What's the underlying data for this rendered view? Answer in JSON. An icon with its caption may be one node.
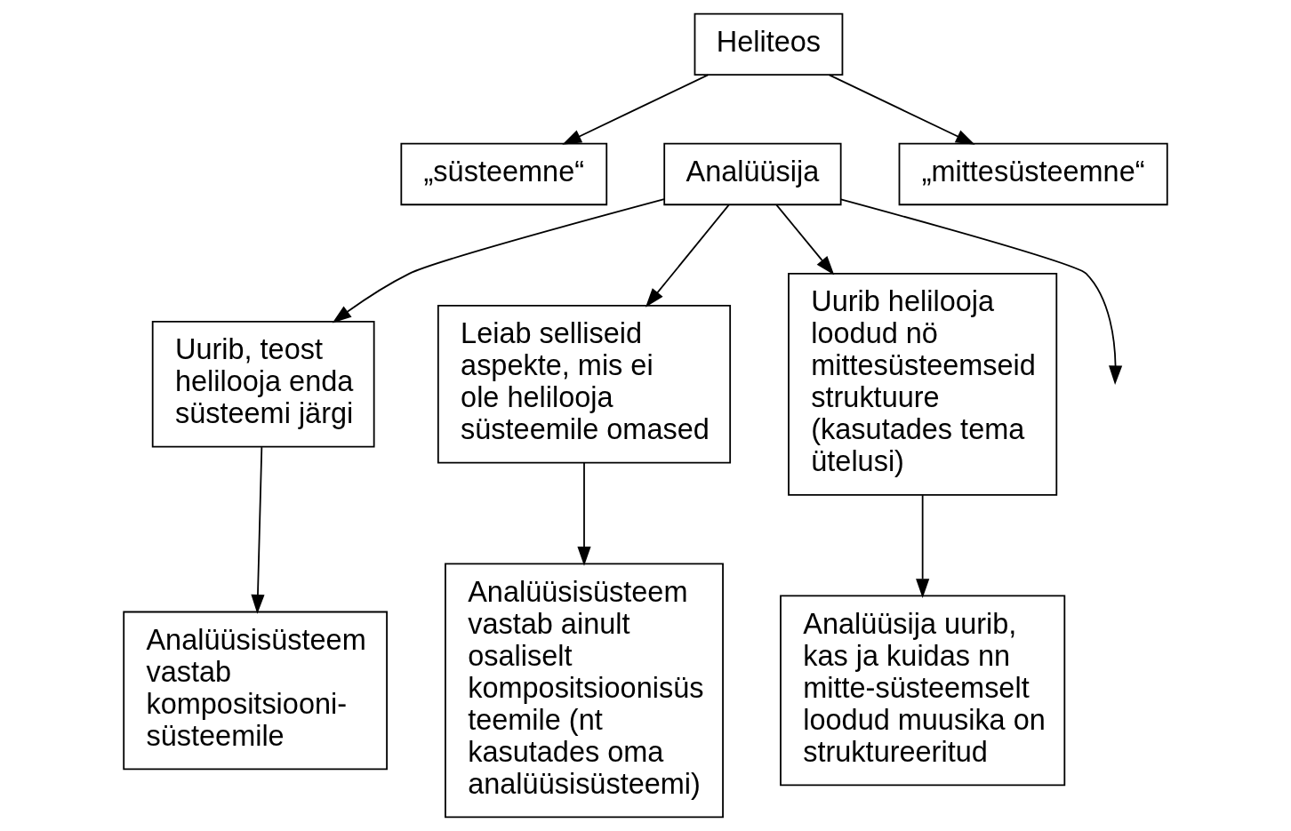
{
  "diagram": {
    "nodes": [
      {
        "text": [
          "Heliteos"
        ]
      },
      {
        "text": [
          "„süsteemne“"
        ]
      },
      {
        "text": [
          "„mittesüsteemne“"
        ]
      },
      {
        "text": [
          "Analüüsija"
        ]
      },
      {
        "text": [
          "Uurib, teost helilooja enda süsteemi järgi"
        ]
      },
      {
        "text": [
          "Leiab selliseid aspekte, mis ei ole helilooja süsteemile omased"
        ]
      },
      {
        "text": [
          "Uurib helilooja loodud nö mittesüsteemseid struktuure (kasutades tema ütelusi)"
        ]
      },
      {
        "text": [
          "Analüüsisüsteem vastab kompositsiooni- süsteemile"
        ]
      },
      {
        "text": [
          "Analüüsisüsteem vastab ainult osaliselt kompositsioonisüs teemile (nt kasutades oma analüüsisüsteemi)"
        ]
      },
      {
        "text": [
          "Analüüsija uurib, kas ja kuidas nn mitte-süsteemselt loodud muusika on struktureeritud"
        ]
      }
    ],
    "edges": [
      {
        "from": 0,
        "to": 1,
        "arrow": "to"
      },
      {
        "from": 0,
        "to": 2,
        "arrow": "to"
      },
      {
        "from": 3,
        "to": 4,
        "arrow": "to"
      },
      {
        "from": 3,
        "to": 5,
        "arrow": "to"
      },
      {
        "from": 3,
        "to": 6,
        "arrow": "to"
      },
      {
        "from": 3,
        "to": null,
        "arrow": "to"
      },
      {
        "from": 4,
        "to": 7,
        "arrow": "to"
      },
      {
        "from": 5,
        "to": 8,
        "arrow": "to"
      },
      {
        "from": 6,
        "to": 9,
        "arrow": "to"
      }
    ]
  }
}
